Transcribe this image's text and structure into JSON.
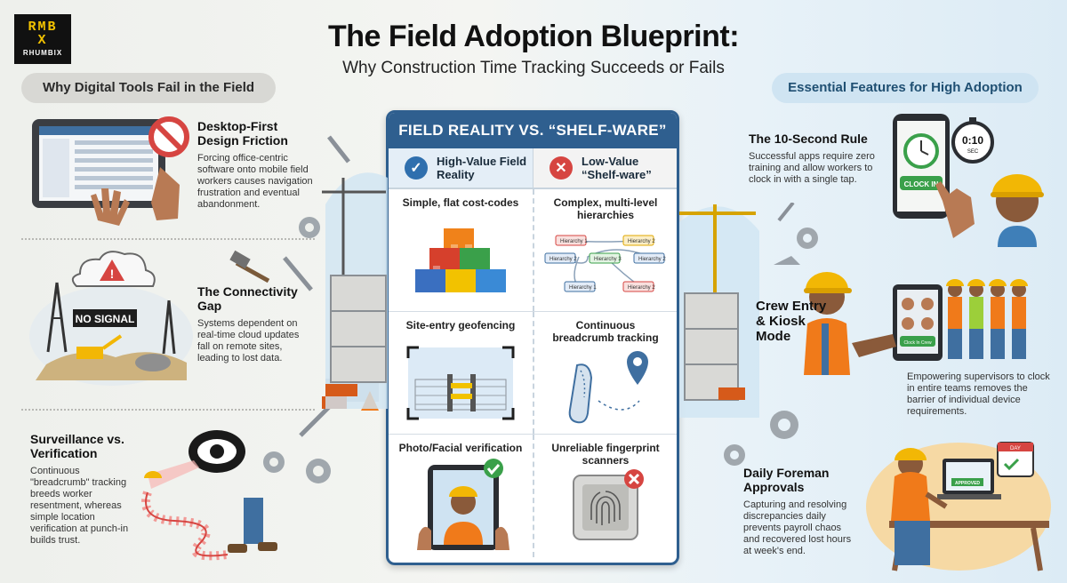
{
  "brand": {
    "mark_top": "RMB",
    "mark_bottom": "X",
    "word": "RHUMBIX"
  },
  "header": {
    "title": "The Field Adoption Blueprint:",
    "subtitle": "Why Construction Time Tracking Succeeds or Fails"
  },
  "left_column": {
    "heading": "Why Digital Tools Fail in the Field",
    "items": [
      {
        "title": "Desktop-First Design Friction",
        "body": "Forcing office-centric software onto mobile field workers causes navigation frustration and eventual abandonment."
      },
      {
        "title": "The Connectivity Gap",
        "body": "Systems dependent on real-time cloud updates fall on remote sites, leading to lost data.",
        "scene_label": "NO SIGNAL"
      },
      {
        "title": "Surveillance vs. Verification",
        "body": "Continuous \"breadcrumb\" tracking breeds worker resentment, whereas simple location verification at punch-in builds trust."
      }
    ]
  },
  "center_panel": {
    "heading": "FIELD REALITY VS. “SHELF-WARE”",
    "good_header": "High-Value Field Reality",
    "bad_header": "Low-Value “Shelf-ware”",
    "good_icon": "check-icon",
    "bad_icon": "x-icon",
    "rows": [
      {
        "good": "Simple, flat cost-codes",
        "bad": "Complex, multi-level hierarchies"
      },
      {
        "good": "Site-entry geofencing",
        "bad": "Continuous breadcrumb tracking"
      },
      {
        "good": "Photo/Facial verification",
        "bad": "Unreliable fingerprint scanners"
      }
    ],
    "hierarchy_nodes": [
      "Hierarchy 1",
      "Hierarchy 2",
      "Hierarchy 2",
      "Hierarchy 3",
      "Hierarchy 2",
      "Hierarchy 1",
      "Hierarchy 2"
    ]
  },
  "right_column": {
    "heading": "Essential Features for High Adoption",
    "items": [
      {
        "title": "The 10-Second Rule",
        "body": "Successful apps require zero training and allow workers to clock in with a single tap.",
        "timer": "0:10",
        "timer_unit": "SEC",
        "button": "CLOCK IN"
      },
      {
        "title": "Crew Entry & Kiosk Mode",
        "body": "Empowering supervisors to clock in entire teams removes the barrier of individual device requirements.",
        "kiosk_button": "Clock In Crew"
      },
      {
        "title": "Daily Foreman Approvals",
        "body": "Capturing and resolving discrepancies daily prevents payroll chaos and recovered lost hours at week's end.",
        "calendar_label": "DAY",
        "screen_label": "APPROVED"
      }
    ]
  },
  "colors": {
    "accent_blue": "#2f5f8f",
    "check_blue": "#2f6fae",
    "x_red": "#d64541",
    "hard_hat": "#f2b705",
    "vest": "#f07a1a"
  }
}
